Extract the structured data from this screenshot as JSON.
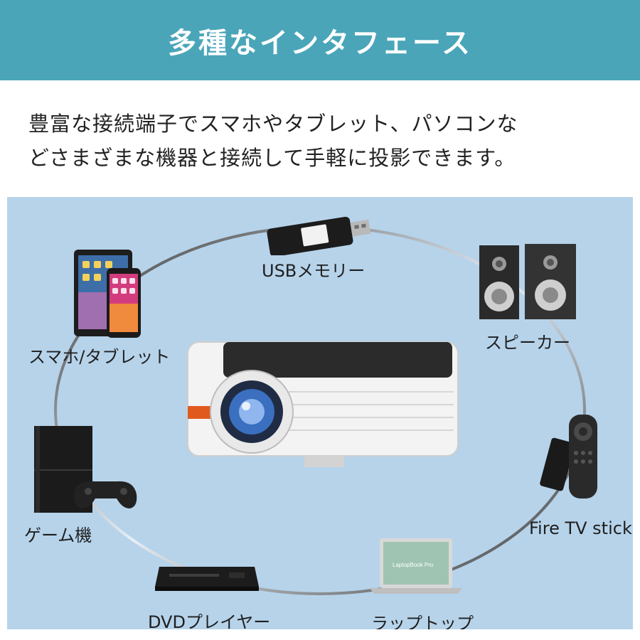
{
  "header": {
    "title": "多種なインタフェース"
  },
  "intro": {
    "line1": "豊富な接続端子でスマホやタブレット、パソコンな",
    "line2": "どさまざまな機器と接続して手軽に投影できます。"
  },
  "devices": {
    "usb": {
      "label": "USBメモリー",
      "icon": "usb-stick-icon"
    },
    "tablet": {
      "label": "スマホ/タブレット",
      "icon": "tablet-phone-icon"
    },
    "speaker": {
      "label": "スピーカー",
      "icon": "speaker-icon"
    },
    "game": {
      "label": "ゲーム機",
      "icon": "game-console-icon"
    },
    "firetv": {
      "label": "Fire TV stick",
      "icon": "fire-tv-stick-icon"
    },
    "dvd": {
      "label": "DVDプレイヤー",
      "icon": "dvd-player-icon"
    },
    "laptop": {
      "label": "ラップトップ",
      "icon": "laptop-icon",
      "screen_text": "LaptopBook Pro"
    },
    "projector": {
      "icon": "projector-icon"
    }
  },
  "colors": {
    "banner": "#4aa5b9",
    "panel": "#b6d3ea",
    "ring": "#4a4a4a"
  }
}
